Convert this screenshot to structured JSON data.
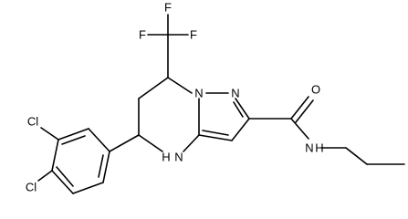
{
  "molecule": {
    "atoms": {
      "f_top": "F",
      "f_left": "F",
      "f_right": "F",
      "cl_upper": "Cl",
      "cl_lower": "Cl",
      "n_ring": "N",
      "n_ring2": "N",
      "nh_ring": "H",
      "n_ring_nh": "N",
      "o_carbonyl": "O",
      "n_amide": "N",
      "h_amide": "H"
    },
    "colors": {
      "ink": "#000000",
      "background": "#ffffff"
    }
  }
}
